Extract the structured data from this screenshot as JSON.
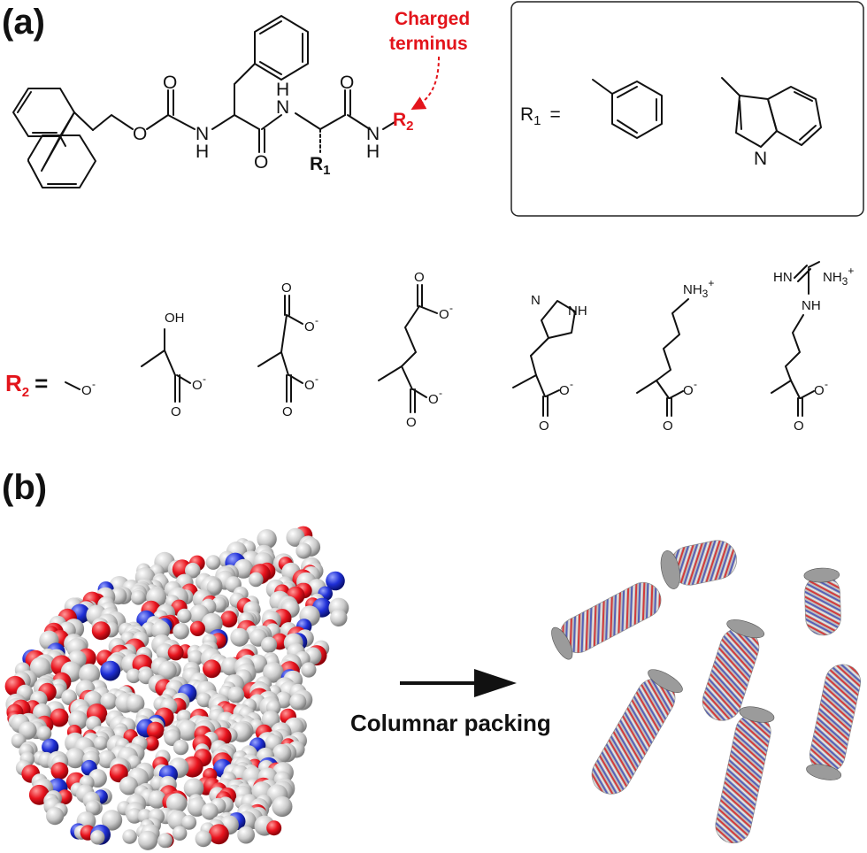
{
  "panel_a": {
    "label": "(a)",
    "annotation": "Charged terminus",
    "annotation_line1": "Charged",
    "annotation_line2": "terminus",
    "backbone_atoms": {
      "o1": "O",
      "o2": "O",
      "nh1": "N",
      "h1": "H",
      "o3": "O",
      "nh2": "N",
      "h2": "H",
      "o4": "O",
      "nh3": "N",
      "h3": "H",
      "r1": "R",
      "r1_sub": "1",
      "r2": "R",
      "r2_sub": "2"
    },
    "r1_box": {
      "label": "R",
      "label_sub": "1",
      "equals": "=",
      "indole_n": "N"
    },
    "r2_row": {
      "label": "R",
      "label_sub": "2",
      "equals": "=",
      "structures": [
        {
          "atoms": "O",
          "charge": "-"
        },
        {
          "top": "OH",
          "bottom": "O",
          "side": "O",
          "charge": "-"
        },
        {
          "top": "O",
          "top_charge": "-",
          "top_o2": "O",
          "bottom": "O",
          "side": "O",
          "charge": "-"
        },
        {
          "top": "O",
          "top_charge": "-",
          "top_o2": "O",
          "bottom": "O",
          "side": "O",
          "charge": "-"
        },
        {
          "ring_n": "N",
          "ring_nh": "NH",
          "bottom": "O",
          "side": "O",
          "charge": "-"
        },
        {
          "top": "NH",
          "top_sub": "3",
          "top_charge": "+",
          "bottom": "O",
          "side": "O",
          "charge": "-"
        },
        {
          "hn": "HN",
          "nh3": "NH",
          "nh3_sub": "3",
          "nh3_charge": "+",
          "nh": "NH",
          "bottom": "O",
          "side": "O",
          "charge": "-"
        }
      ]
    }
  },
  "panel_b": {
    "label": "(b)",
    "arrow_caption": "Columnar packing"
  },
  "colors": {
    "accent_red": "#e3141b",
    "oxygen": "#e8141e",
    "nitrogen": "#1f2fd6",
    "carbon": "#c8c8c8"
  },
  "icons": [
    "right-arrow-icon"
  ]
}
